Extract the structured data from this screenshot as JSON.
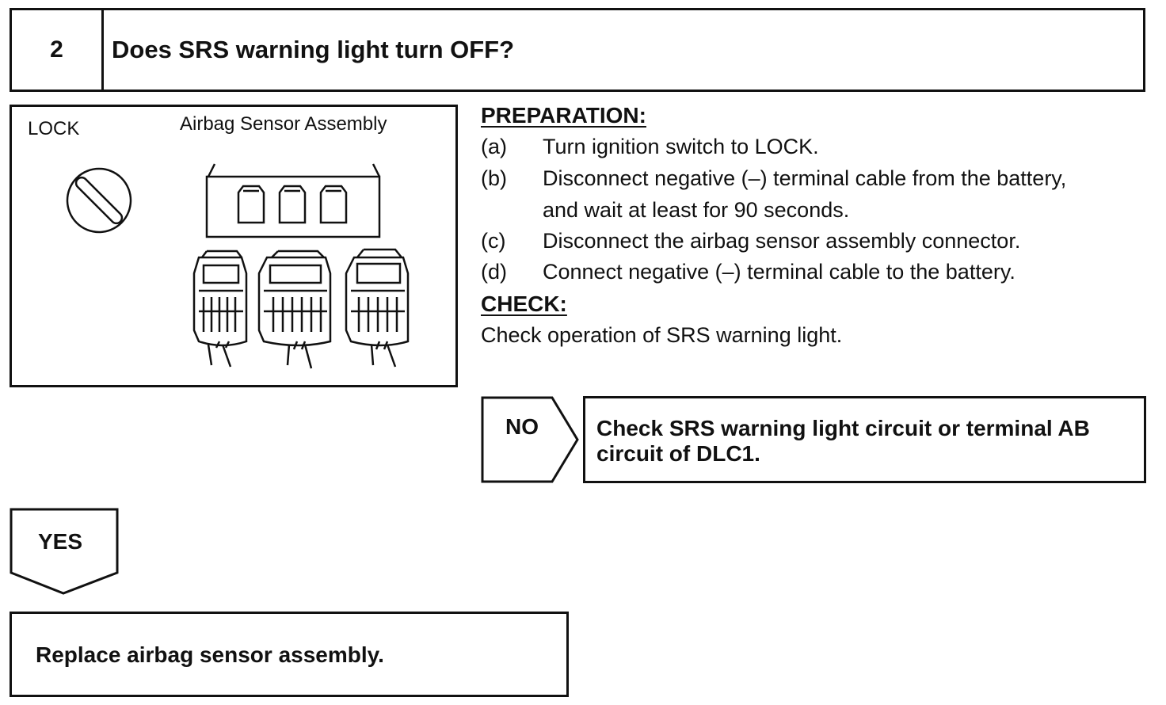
{
  "step": {
    "number": "2",
    "question": "Does SRS warning light turn OFF?"
  },
  "illustration": {
    "lock_label": "LOCK",
    "sensor_label": "Airbag Sensor Assembly"
  },
  "preparation": {
    "title": "PREPARATION:",
    "items": [
      {
        "letter": "(a)",
        "lines": [
          "Turn ignition switch to LOCK."
        ]
      },
      {
        "letter": "(b)",
        "lines": [
          "Disconnect negative (–) terminal cable from the battery,",
          "and wait at least for 90 seconds."
        ]
      },
      {
        "letter": "(c)",
        "lines": [
          "Disconnect the airbag sensor assembly connector."
        ]
      },
      {
        "letter": "(d)",
        "lines": [
          "Connect negative (–) terminal cable to the battery."
        ]
      }
    ]
  },
  "check": {
    "title": "CHECK:",
    "text": "Check operation of SRS warning light."
  },
  "branches": {
    "no": {
      "label": "NO",
      "result_line1": "Check SRS warning light circuit or terminal AB",
      "result_line2": "circuit of DLC1."
    },
    "yes": {
      "label": "YES",
      "result": "Replace airbag sensor assembly."
    }
  }
}
